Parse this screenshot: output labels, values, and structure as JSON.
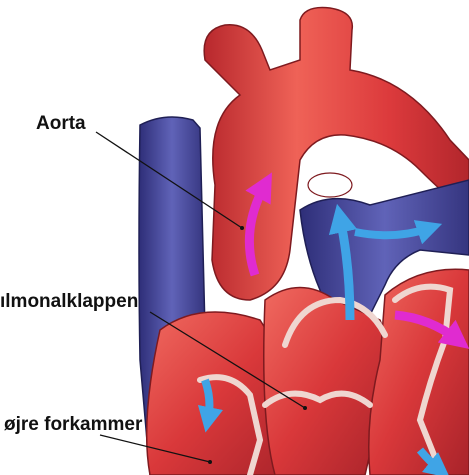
{
  "labels": {
    "aorta": "Aorta",
    "pulmonary_valve": "ılmonalklappen",
    "right_atrium": "øjre forkammer"
  },
  "colors": {
    "heart_red": "#d9383a",
    "heart_dark_red": "#a8232a",
    "vein_blue": "#4b4fa6",
    "vein_dark": "#2f2f7a",
    "arrow_blue": "#3fa4e6",
    "arrow_magenta": "#e02bd0",
    "valve_pale": "#efd6d0",
    "label_text": "#111111"
  },
  "icons": {
    "blood_flow_arrow": "arrow-icon"
  }
}
